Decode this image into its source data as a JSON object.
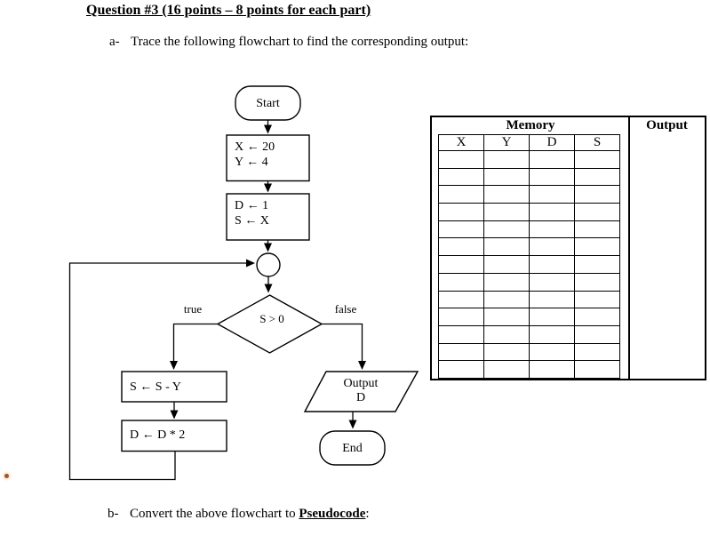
{
  "page": {
    "title": "Question #3 (16 points – 8 points for each part)",
    "part_a_marker": "a-",
    "part_a_text": "Trace the following flowchart to find the corresponding output:",
    "part_b_marker": "b-",
    "part_b_prefix": "Convert the above flowchart to ",
    "part_b_keyword": "Pseudocode",
    "part_b_suffix": ":"
  },
  "flowchart": {
    "start_label": "Start",
    "init_box_1": "X ← 20\nY ← 4",
    "init_box_2": "D ← 1\nS ← X",
    "decision_label": "S > 0",
    "branch_true_label": "true",
    "branch_false_label": "false",
    "loop_box_1": "S ← S - Y",
    "loop_box_2": "D ← D * 2",
    "output_label": "Output\nD",
    "end_label": "End"
  },
  "memory_table": {
    "title": "Memory",
    "output_title": "Output",
    "columns": [
      "X",
      "Y",
      "D",
      "S"
    ],
    "empty_row_count": 13
  },
  "colors": {
    "ink": "#000000",
    "background": "#ffffff",
    "stray_dot": "#a0572a"
  }
}
